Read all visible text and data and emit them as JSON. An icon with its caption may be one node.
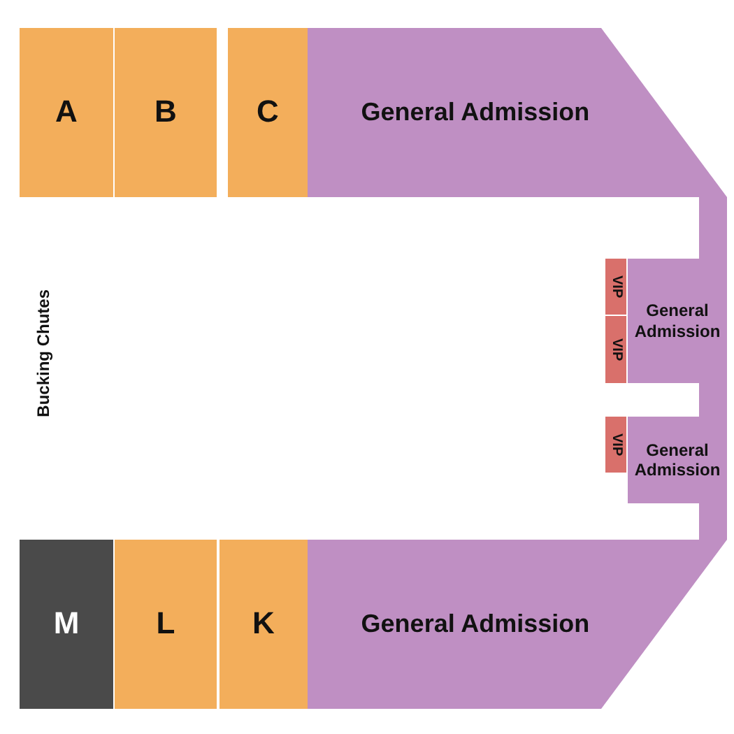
{
  "diagram": {
    "nodes": [
      {
        "text": [
          "A"
        ]
      },
      {
        "text": [
          "B"
        ]
      },
      {
        "text": [
          "C"
        ]
      },
      {
        "text": [
          "General Admission"
        ]
      },
      {
        "text": [
          "VIP"
        ]
      },
      {
        "text": [
          "General Admission"
        ]
      },
      {
        "text": [
          "VIP"
        ]
      },
      {
        "text": [
          "VIP"
        ]
      },
      {
        "text": [
          "General Admission"
        ]
      },
      {
        "text": [
          "M"
        ]
      },
      {
        "text": [
          "L"
        ]
      },
      {
        "text": [
          "K"
        ]
      },
      {
        "text": [
          "General Admission"
        ]
      },
      {
        "text": [],
        "shape": "bar"
      },
      {
        "text": [],
        "shape": "bar"
      },
      {
        "text": [],
        "shape": "bar"
      }
    ],
    "labels": [
      "Bucking Chutes"
    ]
  }
}
